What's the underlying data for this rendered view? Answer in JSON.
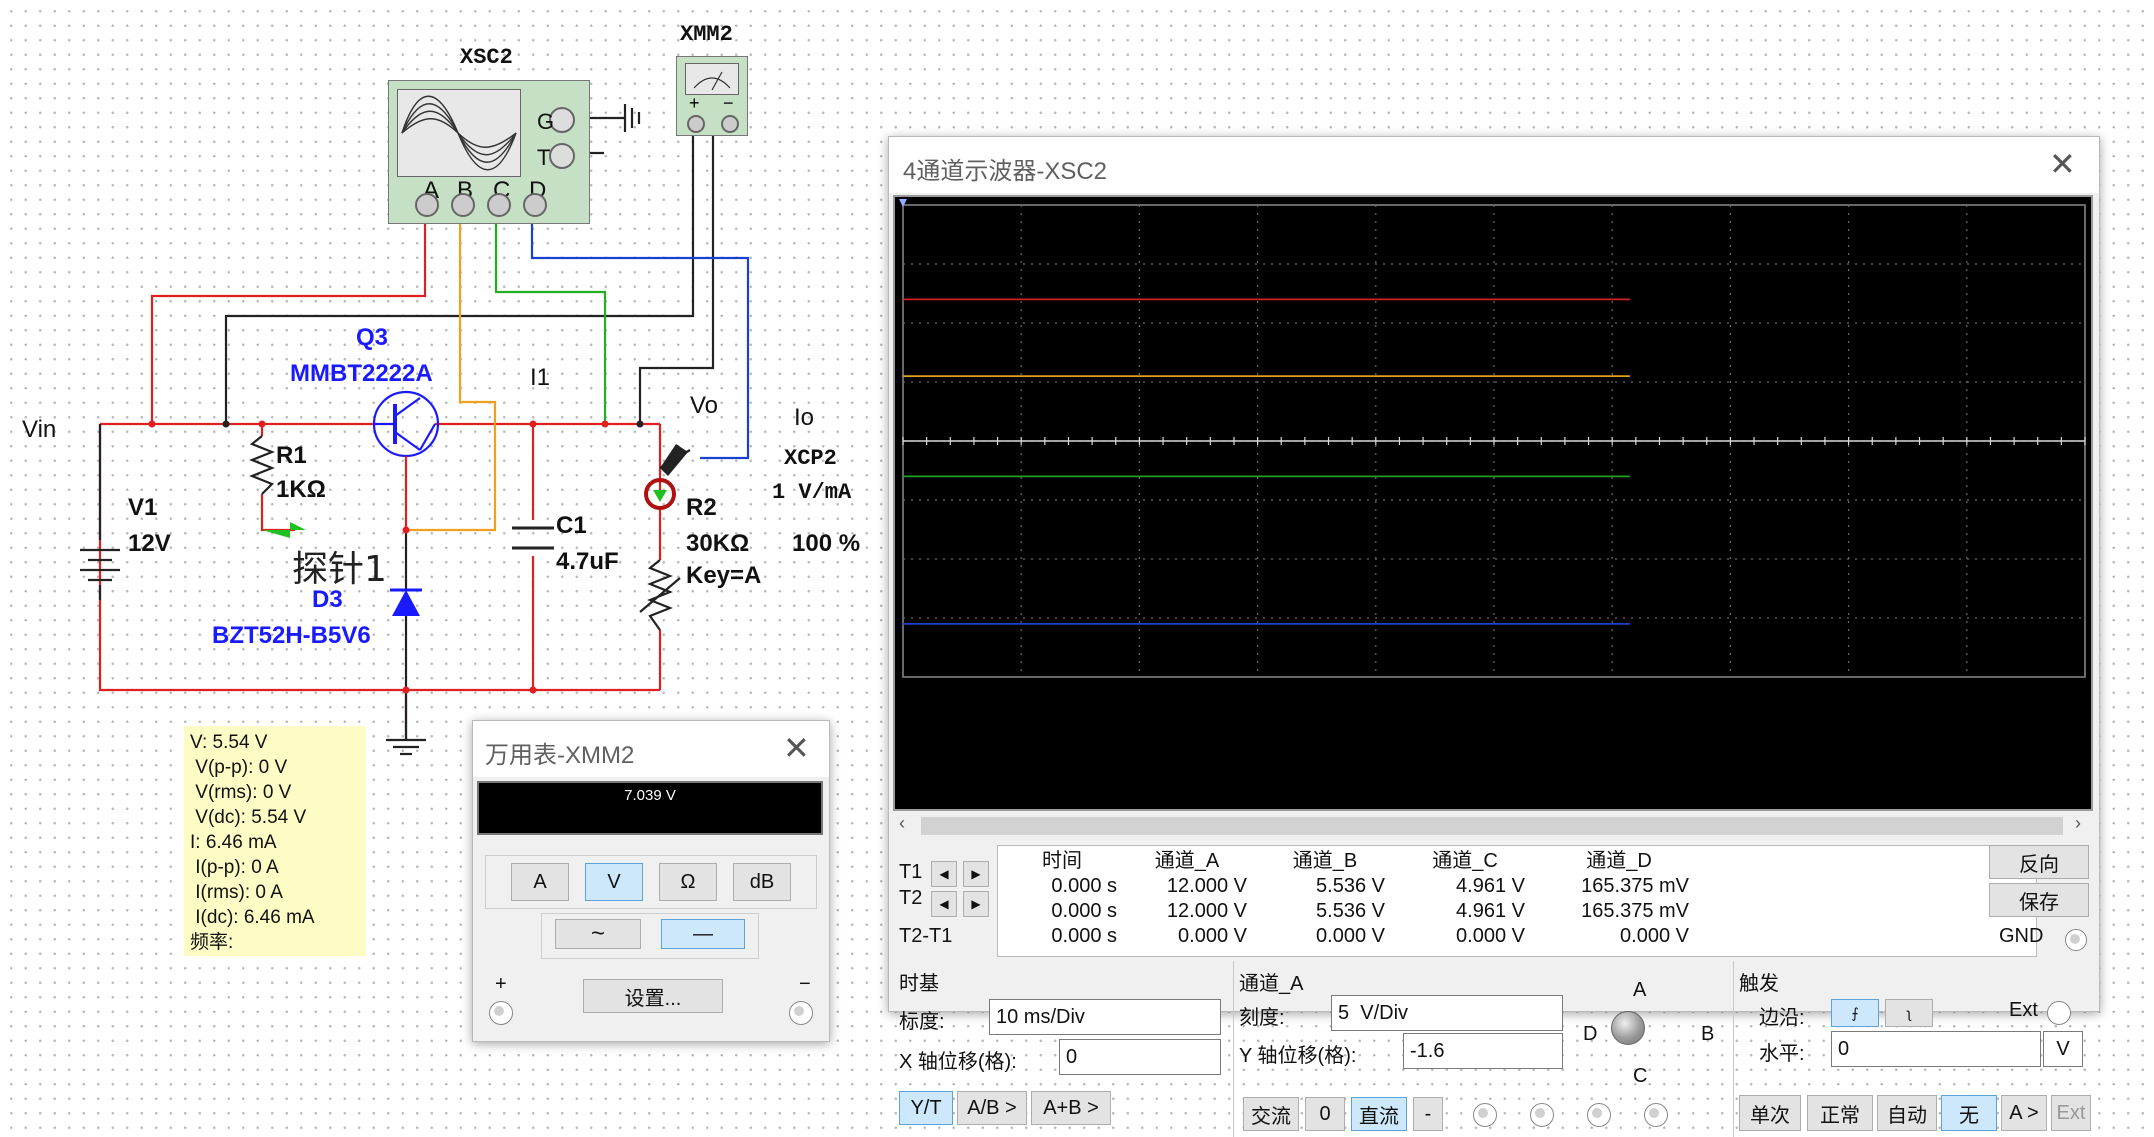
{
  "schematic": {
    "vin_label": "Vin",
    "v1": {
      "name": "V1",
      "value": "12V"
    },
    "r1": {
      "name": "R1",
      "value": "1KΩ"
    },
    "q3": {
      "name": "Q3",
      "model": "MMBT2222A"
    },
    "i1_label": "I1",
    "vo_label": "Vo",
    "io_label": "Io",
    "c1": {
      "name": "C1",
      "value": "4.7uF"
    },
    "r2": {
      "name": "R2",
      "value": "30KΩ",
      "key": "Key=A",
      "percent": "100 %"
    },
    "d3": {
      "name": "D3",
      "model": "BZT52H-B5V6"
    },
    "probe_name": "探针1",
    "xcp2": {
      "name": "XCP2",
      "ratio": "1 V/mA"
    },
    "xsc2": {
      "name": "XSC2",
      "pins": [
        "A",
        "B",
        "C",
        "D"
      ],
      "g": "G",
      "t": "T"
    },
    "xmm2": {
      "name": "XMM2",
      "plus": "+",
      "minus": "−"
    }
  },
  "probe_box": {
    "lines": [
      "V: 5.54 V",
      " V(p-p): 0 V",
      " V(rms): 0 V",
      " V(dc): 5.54 V",
      "I: 6.46 mA",
      " I(p-p): 0 A",
      " I(rms): 0 A",
      " I(dc): 6.46 mA",
      "频率:"
    ]
  },
  "multimeter": {
    "title": "万用表-XMM2",
    "reading": "7.039 V",
    "mode_buttons": [
      "A",
      "V",
      "Ω",
      "dB"
    ],
    "active_mode": "V",
    "ac_symbol": "~",
    "dc_symbol": "—",
    "settings_label": "设置...",
    "plus": "+",
    "minus": "−"
  },
  "oscilloscope": {
    "title": "4通道示波器-XSC2",
    "traces": [
      {
        "channel": "A",
        "color": "#d42020",
        "level_div": 2.4
      },
      {
        "channel": "B",
        "color": "#e0a020",
        "level_div": 1.1
      },
      {
        "channel": "C",
        "color": "#20a020",
        "level_div": -0.6
      },
      {
        "channel": "D",
        "color": "#2040d0",
        "level_div": -3.1
      }
    ],
    "trace_end_fraction": 0.615,
    "readout": {
      "row_labels": [
        "T1",
        "T2",
        "T2-T1"
      ],
      "headers": [
        "时间",
        "通道_A",
        "通道_B",
        "通道_C",
        "通道_D"
      ],
      "rows": [
        [
          "0.000 s",
          "12.000 V",
          "5.536 V",
          "4.961 V",
          "165.375 mV"
        ],
        [
          "0.000 s",
          "12.000 V",
          "5.536 V",
          "4.961 V",
          "165.375 mV"
        ],
        [
          "0.000 s",
          "0.000 V",
          "0.000 V",
          "0.000 V",
          "0.000 V"
        ]
      ]
    },
    "right_buttons": {
      "reverse": "反向",
      "save": "保存",
      "gnd": "GND"
    },
    "timebase": {
      "title": "时基",
      "scale_label": "标度:",
      "scale_value": "10 ms/Div",
      "xpos_label": "X 轴位移(格):",
      "xpos_value": "0",
      "modes": [
        "Y/T",
        "A/B >",
        "A+B >"
      ]
    },
    "channel": {
      "title": "通道_A",
      "scale_label": "刻度:",
      "scale_value": "5  V/Div",
      "ypos_label": "Y 轴位移(格):",
      "ypos_value": "-1.6",
      "coupling": [
        "交流",
        "0",
        "直流",
        "-"
      ],
      "knob_labels": {
        "a": "A",
        "b": "B",
        "c": "C",
        "d": "D"
      }
    },
    "trigger": {
      "title": "触发",
      "edge_label": "边沿:",
      "ext_label": "Ext",
      "level_label": "水平:",
      "level_value": "0",
      "level_unit": "V",
      "modes": [
        "单次",
        "正常",
        "自动",
        "无",
        "A >",
        "Ext"
      ]
    }
  }
}
